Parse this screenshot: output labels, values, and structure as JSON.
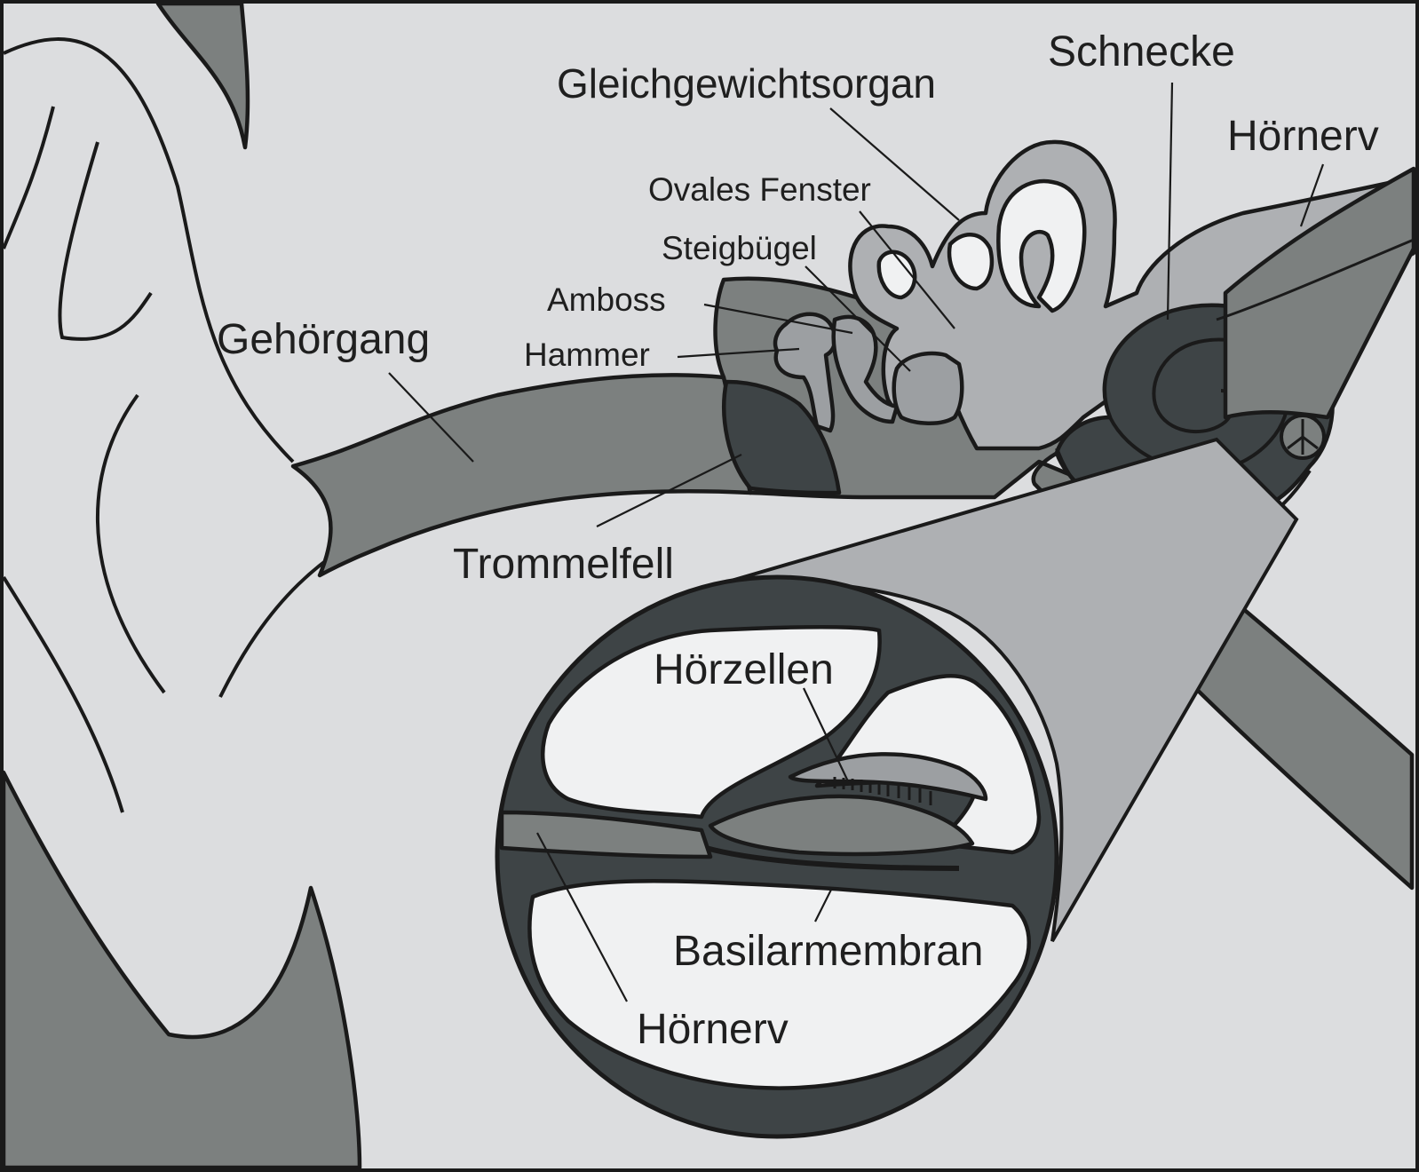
{
  "labels": {
    "schnecke": "Schnecke",
    "gleichgewichtsorgan": "Gleichgewichtsorgan",
    "hoernerv_top": "Hörnerv",
    "ovales_fenster": "Ovales Fenster",
    "steigbuegel": "Steigbügel",
    "amboss": "Amboss",
    "hammer": "Hammer",
    "gehoergang": "Gehörgang",
    "trommelfell": "Trommelfell",
    "hoerzellen": "Hörzellen",
    "basilarmembran": "Basilarmembran",
    "hoernerv_bottom": "Hörnerv"
  },
  "colors": {
    "background": "#dcdddf",
    "skin": "#d9dadc",
    "tissue_dark_gray": "#7c807f",
    "ossicle_gray": "#9c9fa2",
    "inner_ear_light_gray": "#aeb0b3",
    "cochlea_dark": "#3e4446",
    "cavity_white": "#f0f1f2",
    "outline": "#1a1a1a"
  }
}
